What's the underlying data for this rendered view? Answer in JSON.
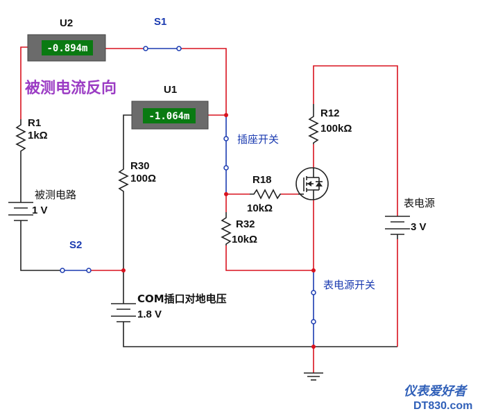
{
  "meters": {
    "u2": {
      "name": "U2",
      "reading": "-0.894m"
    },
    "u1": {
      "name": "U1",
      "reading": "-1.064m"
    }
  },
  "switches": {
    "s1": "S1",
    "s2": "S2",
    "socket": "插座开关",
    "meter_power": "表电源开关"
  },
  "note": "被测电流反向",
  "resistors": {
    "r1": {
      "name": "R1",
      "value": "1kΩ"
    },
    "r30": {
      "name": "R30",
      "value": "100Ω"
    },
    "r12": {
      "name": "R12",
      "value": "100kΩ"
    },
    "r18": {
      "name": "R18",
      "value": "10kΩ"
    },
    "r32": {
      "name": "R32",
      "value": "10kΩ"
    }
  },
  "sources": {
    "under_test": {
      "name": "被测电路",
      "value": "1 V"
    },
    "com": {
      "name": "COM插口对地电压",
      "value": "1.8 V"
    },
    "meter": {
      "name": "表电源",
      "value": "3 V"
    }
  },
  "watermark": {
    "line1": "仪表爱好者",
    "line2": "DT830.com"
  },
  "colors": {
    "wire_red": "#d9121e",
    "wire_blue": "#1a3ab0",
    "lcd_bg": "#0a7a12",
    "meter_frame": "#6b6b6b",
    "note": "#9b3cc4"
  }
}
